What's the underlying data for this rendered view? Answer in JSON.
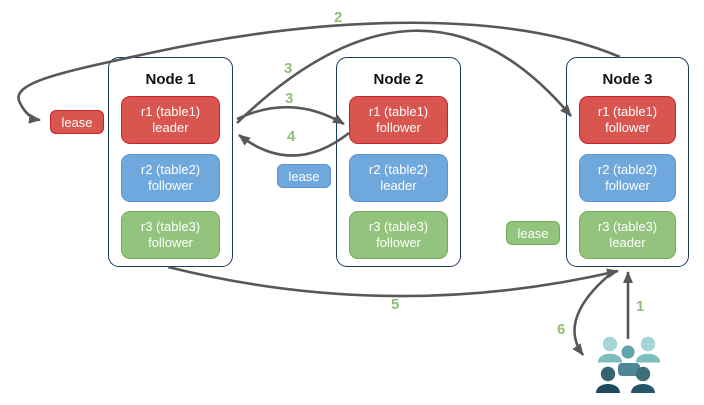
{
  "diagram": {
    "nodes": [
      {
        "title": "Node 1",
        "replicas": [
          {
            "name": "r1 (table1)",
            "role": "leader",
            "color": "red"
          },
          {
            "name": "r2 (table2)",
            "role": "follower",
            "color": "blue"
          },
          {
            "name": "r3 (table3)",
            "role": "follower",
            "color": "green"
          }
        ]
      },
      {
        "title": "Node 2",
        "replicas": [
          {
            "name": "r1 (table1)",
            "role": "follower",
            "color": "red"
          },
          {
            "name": "r2 (table2)",
            "role": "leader",
            "color": "blue"
          },
          {
            "name": "r3 (table3)",
            "role": "follower",
            "color": "green"
          }
        ]
      },
      {
        "title": "Node 3",
        "replicas": [
          {
            "name": "r1 (table1)",
            "role": "follower",
            "color": "red"
          },
          {
            "name": "r2 (table2)",
            "role": "follower",
            "color": "blue"
          },
          {
            "name": "r3 (table3)",
            "role": "leader",
            "color": "green"
          }
        ]
      }
    ],
    "leases": [
      {
        "label": "lease",
        "color": "red"
      },
      {
        "label": "lease",
        "color": "blue"
      },
      {
        "label": "lease",
        "color": "green"
      }
    ],
    "step_labels": {
      "s1": "1",
      "s2": "2",
      "s3a": "3",
      "s3b": "3",
      "s4": "4",
      "s5": "5",
      "s6": "6"
    },
    "icons": {
      "users": "users-group-icon"
    },
    "colors": {
      "red_fill": "#D9554F",
      "red_border": "#C1272D",
      "blue_fill": "#6FA8DC",
      "blue_border": "#5B95CF",
      "green_fill": "#93C47D",
      "green_border": "#74A85C",
      "node_border": "#1F3A5F",
      "arrow": "#58585A",
      "step_label": "#8FBF77",
      "box_text": "#FFFFFF",
      "title_text": "#111111"
    }
  }
}
